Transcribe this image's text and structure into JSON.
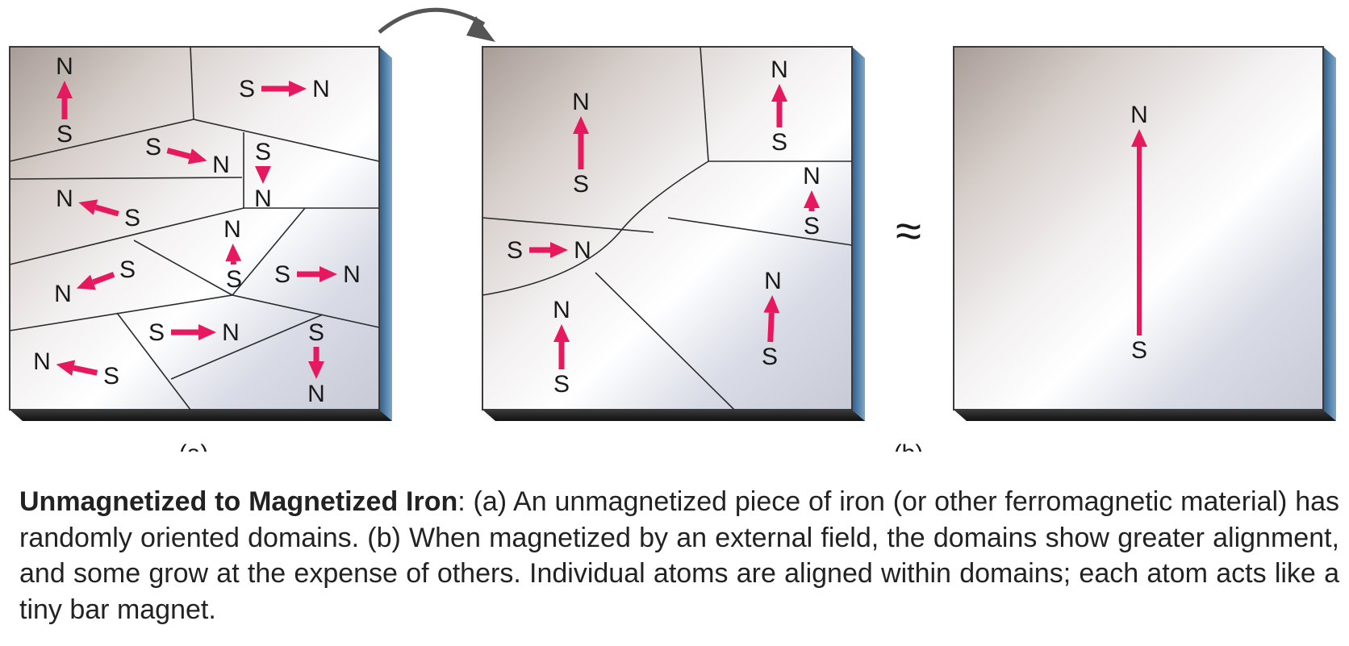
{
  "figure": {
    "panel_a_label": "(a)",
    "panel_b_label": "(b)",
    "approx_symbol": "≈",
    "arrow_color": "#e6195e",
    "pole_north": "N",
    "pole_south": "S"
  },
  "caption": {
    "title": "Unmagnetized to Magnetized Iron",
    "body": ": (a) An unmagnetized piece of iron (or other ferromagnetic material) has randomly oriented domains. (b) When magnetized by an external field, the domains show greater alignment, and some grow at the expense of others. Individual atoms are aligned within domains; each atom acts like a tiny bar magnet."
  }
}
